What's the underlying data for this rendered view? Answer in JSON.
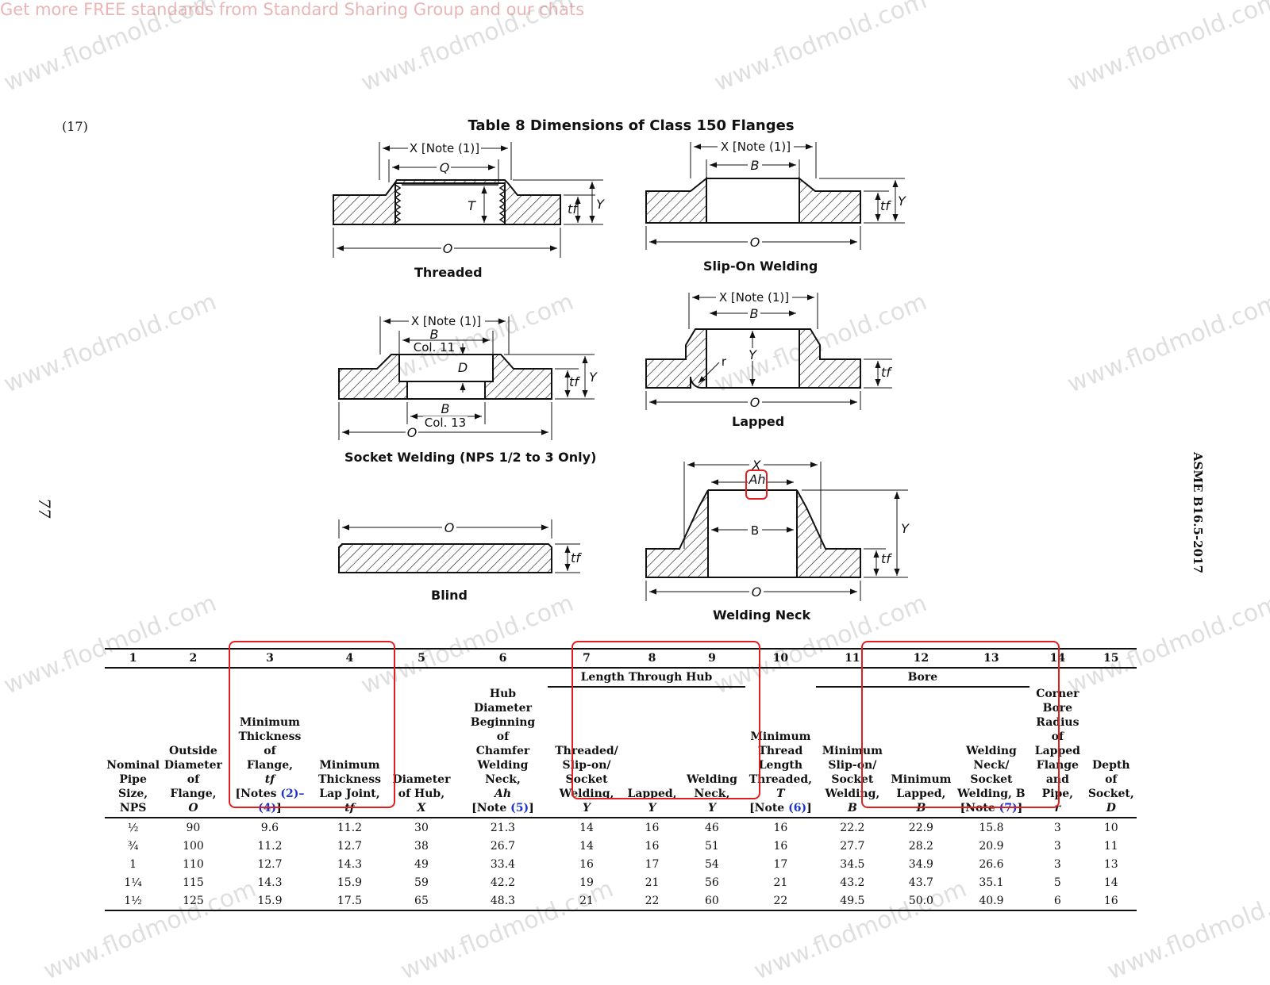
{
  "page": {
    "mark": "(17)",
    "title": "Table 8 Dimensions of Class 150 Flanges",
    "side_page_number": "77",
    "side_standard": "ASME B16.5-2017",
    "watermark": "www.flodmold.com",
    "promo": "Get more FREE standards from Standard Sharing Group and our chats"
  },
  "figures": {
    "threaded": {
      "caption": "Threaded",
      "x_dim": "X [Note (1)]",
      "q": "Q",
      "t": "T",
      "tf": "tf",
      "y": "Y",
      "o": "O"
    },
    "slip_on": {
      "caption": "Slip-On Welding",
      "x_dim": "X [Note (1)]",
      "b": "B",
      "tf": "tf",
      "y": "Y",
      "o": "O"
    },
    "socket": {
      "caption": "Socket Welding (NPS 1/2 to 3 Only)",
      "x_dim": "X [Note (1)]",
      "b_top": "B",
      "col11": "Col. 11",
      "d": "D",
      "b_bot": "B",
      "col13": "Col. 13",
      "tf": "tf",
      "y": "Y",
      "o": "O"
    },
    "lapped": {
      "caption": "Lapped",
      "x_dim": "X [Note (1)]",
      "b": "B",
      "r": "r",
      "y": "Y",
      "tf": "tf",
      "o": "O"
    },
    "blind": {
      "caption": "Blind",
      "o": "O",
      "tf": "tf"
    },
    "welding_neck": {
      "caption": "Welding Neck",
      "x": "X",
      "ah": "Ah",
      "b": "B",
      "y": "Y",
      "tf": "tf",
      "o": "O"
    }
  },
  "table": {
    "col_numbers": [
      "1",
      "2",
      "3",
      "4",
      "5",
      "6",
      "7",
      "8",
      "9",
      "10",
      "11",
      "12",
      "13",
      "14",
      "15"
    ],
    "group_length": "Length Through Hub",
    "group_bore": "Bore",
    "headers": {
      "c1": [
        "Nominal",
        "Pipe",
        "Size,",
        "NPS"
      ],
      "c2": [
        "Outside",
        "Diameter",
        "of",
        "Flange,",
        "O"
      ],
      "c3": [
        "Minimum",
        "Thickness",
        "of",
        "Flange,",
        "tf",
        "[Notes ",
        "(2)",
        "–",
        "(4)",
        "]"
      ],
      "c4": [
        "Minimum",
        "Thickness",
        "Lap Joint,",
        "tf"
      ],
      "c5": [
        "Diameter",
        "of Hub,",
        "X"
      ],
      "c6": [
        "Hub",
        "Diameter",
        "Beginning",
        "of",
        "Chamfer",
        "Welding",
        "Neck,",
        "Ah",
        "[Note ",
        "(5)",
        "]"
      ],
      "c7": [
        "Threaded/",
        "Slip-on/",
        "Socket",
        "Welding,",
        "Y"
      ],
      "c8": [
        "Lapped,",
        "Y"
      ],
      "c9": [
        "Welding",
        "Neck,",
        "Y"
      ],
      "c10": [
        "Minimum",
        "Thread",
        "Length",
        "Threaded,",
        "T",
        "[Note ",
        "(6)",
        "]"
      ],
      "c11": [
        "Minimum",
        "Slip-on/",
        "Socket",
        "Welding,",
        "B"
      ],
      "c12": [
        "Minimum",
        "Lapped,",
        "B"
      ],
      "c13": [
        "Welding",
        "Neck/",
        "Socket",
        "Welding, B",
        "[Note ",
        "(7)",
        "]"
      ],
      "c14": [
        "Corner",
        "Bore",
        "Radius",
        "of",
        "Lapped",
        "Flange",
        "and",
        "Pipe,",
        "r"
      ],
      "c15": [
        "Depth of",
        "Socket,",
        "D"
      ]
    },
    "rows": [
      [
        "½",
        "90",
        "9.6",
        "11.2",
        "30",
        "21.3",
        "14",
        "16",
        "46",
        "16",
        "22.2",
        "22.9",
        "15.8",
        "3",
        "10"
      ],
      [
        "¾",
        "100",
        "11.2",
        "12.7",
        "38",
        "26.7",
        "14",
        "16",
        "51",
        "16",
        "27.7",
        "28.2",
        "20.9",
        "3",
        "11"
      ],
      [
        "1",
        "110",
        "12.7",
        "14.3",
        "49",
        "33.4",
        "16",
        "17",
        "54",
        "17",
        "34.5",
        "34.9",
        "26.6",
        "3",
        "13"
      ],
      [
        "1¼",
        "115",
        "14.3",
        "15.9",
        "59",
        "42.2",
        "19",
        "21",
        "56",
        "21",
        "43.2",
        "43.7",
        "35.1",
        "5",
        "14"
      ],
      [
        "1½",
        "125",
        "15.9",
        "17.5",
        "65",
        "48.3",
        "21",
        "22",
        "60",
        "22",
        "49.5",
        "50.0",
        "40.9",
        "6",
        "16"
      ]
    ]
  }
}
